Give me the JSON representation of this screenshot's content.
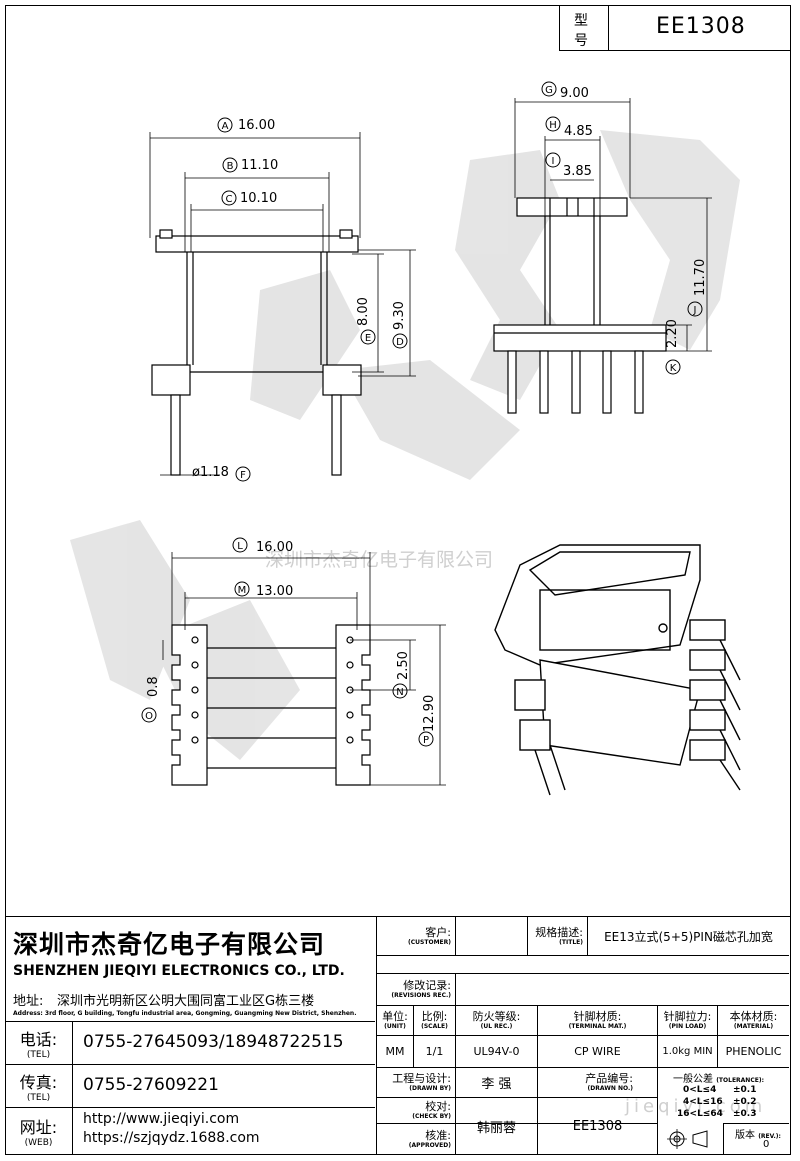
{
  "model_box": {
    "label_top": "型",
    "label_bottom": "号",
    "value": "EE1308"
  },
  "watermark": {
    "text": "深圳市杰奇亿电子有限公司",
    "url_text": "jieqiyi.com"
  },
  "dims": {
    "A": "16.00",
    "B": "11.10",
    "C": "10.10",
    "D": "9.30",
    "E": "8.00",
    "F": "ø1.18",
    "G": "9.00",
    "H": "4.85",
    "I": "3.85",
    "J": "11.70",
    "K": "2.20",
    "L": "16.00",
    "M": "13.00",
    "N": "2.50",
    "O": "0.8",
    "P": "12.90"
  },
  "company": {
    "name_cn": "深圳市杰奇亿电子有限公司",
    "name_en": "SHENZHEN JIEQIYI ELECTRONICS CO., LTD.",
    "address_label": "地址:",
    "address_cn": "深圳市光明新区公明大围同富工业区G栋三楼",
    "address_en": "Address: 3rd floor, G building, Tongfu industrial area, Gongming, Guangming New District, Shenzhen.",
    "tel_label": "电话:",
    "tel_label_en": "(TEL)",
    "tel": "0755-27645093/18948722515",
    "fax_label": "传真:",
    "fax_label_en": "(TEL)",
    "fax": "0755-27609221",
    "web_label": "网址:",
    "web_label_en": "(WEB)",
    "web1": "http://www.jieqiyi.com",
    "web2": "https://szjqydz.1688.com"
  },
  "title_block": {
    "customer_label": "客户:",
    "customer_label_en": "(CUSTOMER)",
    "customer": "",
    "title_label": "规格描述:",
    "title_label_en": "(TITLE)",
    "title": "EE13立式(5+5)PIN磁芯孔加宽",
    "revisions_label": "修改记录:",
    "revisions_label_en": "(REVISIONS REC.)",
    "unit_label": "单位:",
    "unit_label_en": "(UNIT)",
    "unit": "MM",
    "scale_label": "比例:",
    "scale_label_en": "(SCALE)",
    "scale": "1/1",
    "fire_label": "防火等级:",
    "fire_label_en": "(UL REC.)",
    "fire": "UL94V-0",
    "pinmat_label": "针脚材质:",
    "pinmat_label_en": "(TERMINAL MAT.)",
    "pinmat": "CP WIRE",
    "pinload_label": "针脚拉力:",
    "pinload_label_en": "(PIN LOAD)",
    "pinload": "1.0kg MIN",
    "material_label": "本体材质:",
    "material_label_en": "(MATERIAL)",
    "material": "PHENOLIC",
    "drawn_label": "工程与设计:",
    "drawn_label_en": "(DRAWN BY)",
    "drawn": "李 强",
    "drawno_label": "产品编号:",
    "drawno_label_en": "(DRAWN NO.)",
    "check_label": "校对:",
    "check_label_en": "(CHECK BY)",
    "check": "韩丽蓉",
    "approved_label": "核准:",
    "approved_label_en": "(APPROVED)",
    "drawno": "EE1308",
    "tolerance_label": "一般公差",
    "tolerance_label_en": "(TOLERANCE):",
    "tol1_range": "0<L≤4",
    "tol1": "±0.1",
    "tol2_range": "4<L≤16",
    "tol2": "±0.2",
    "tol3_range": "16<L≤64",
    "tol3": "±0.3",
    "rev_label": "版本",
    "rev_label_en": "(REV.):",
    "rev": "0"
  }
}
